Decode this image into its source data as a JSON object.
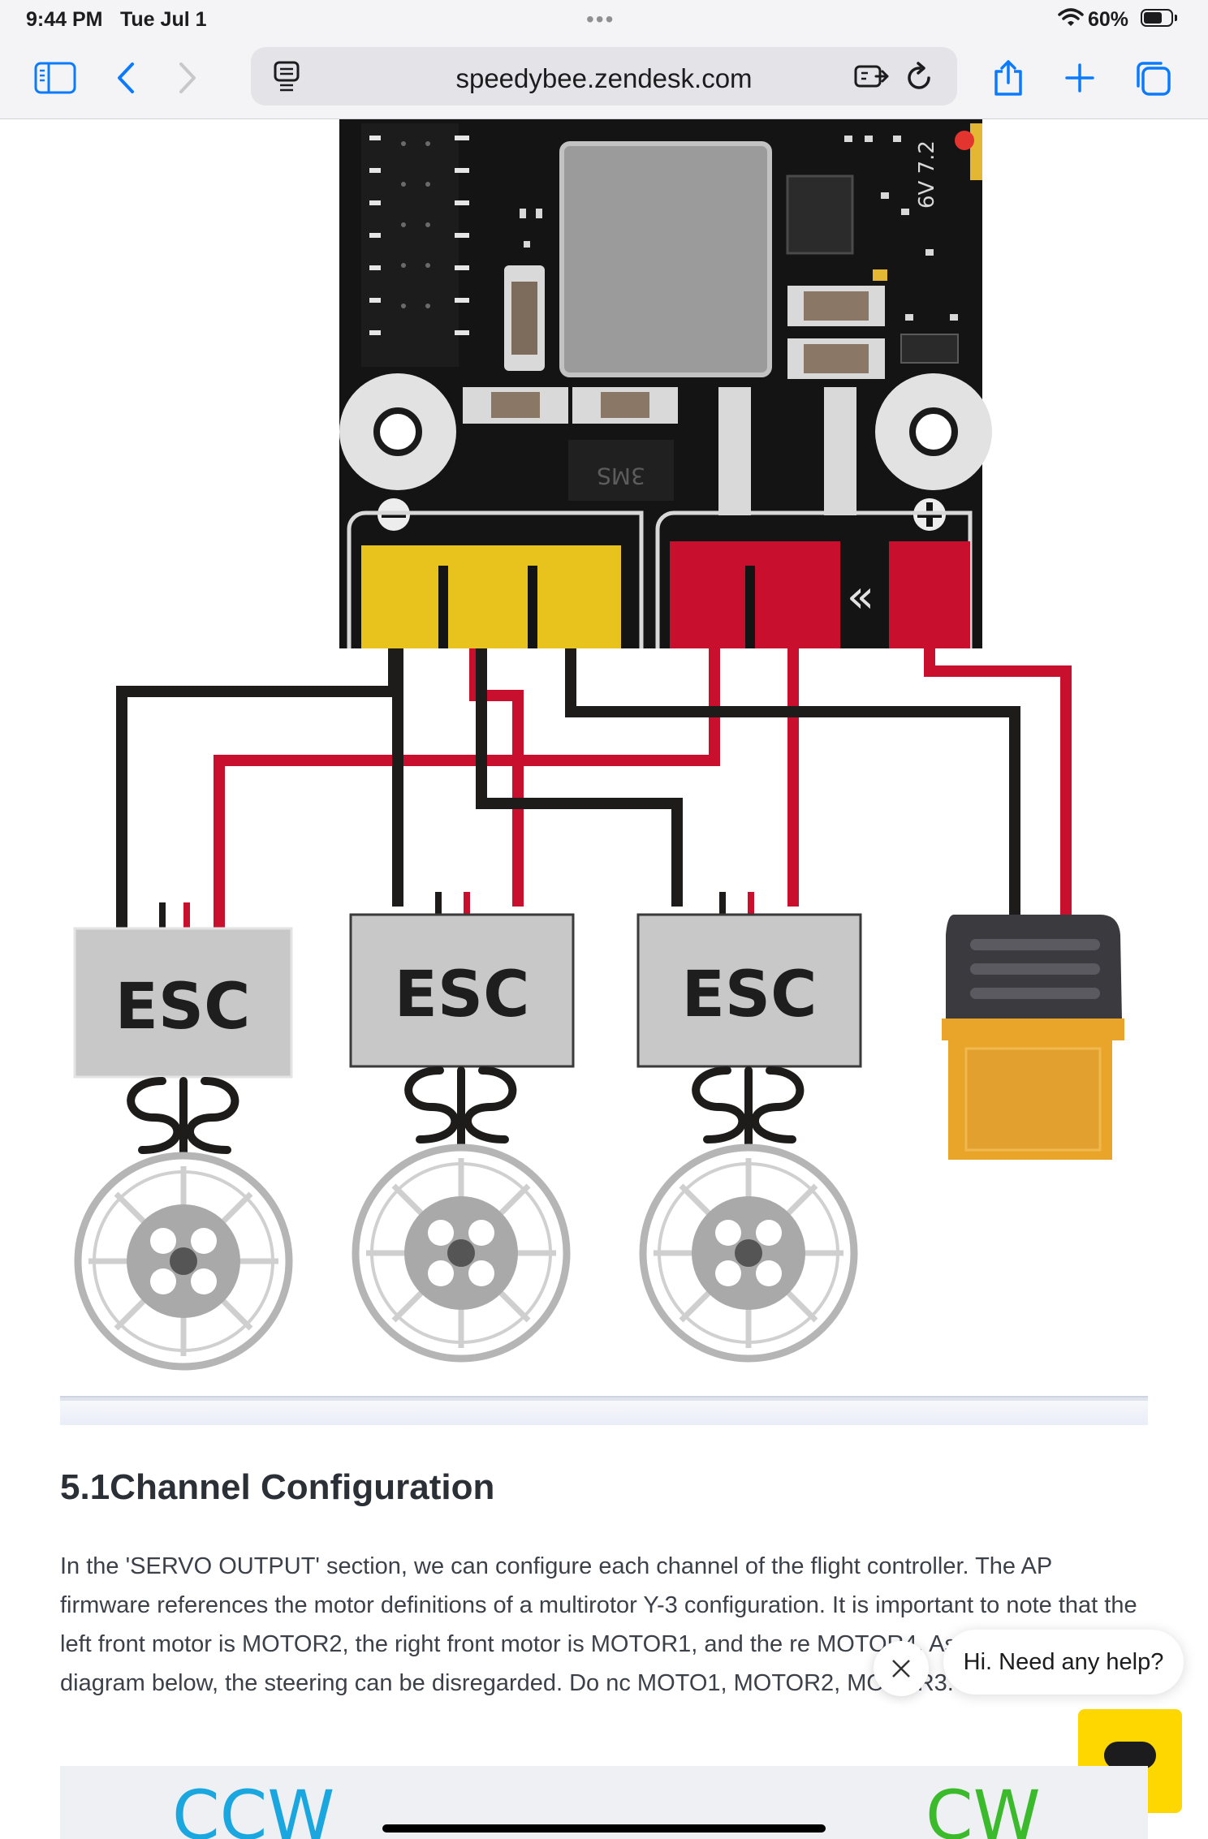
{
  "status_bar": {
    "time": "9:44 PM",
    "date": "Tue Jul 1",
    "battery": "60%",
    "icons": [
      "multitask-dots-icon",
      "wifi-icon",
      "battery-icon"
    ]
  },
  "toolbar": {
    "url": "speedybee.zendesk.com",
    "icons": [
      "sidebar-icon",
      "back-icon",
      "forward-icon",
      "page-menu-icon",
      "translate-icon",
      "reload-icon",
      "share-icon",
      "new-tab-icon",
      "tabs-icon"
    ]
  },
  "diagram": {
    "board_marking": "3MS",
    "voltage_label": "6V 7.2",
    "esc_labels": [
      "ESC",
      "ESC",
      "ESC"
    ],
    "wire_colors": {
      "signal": "#1e1b1b",
      "power": "#c8102e",
      "ground_pad": "#e8c31d"
    }
  },
  "article": {
    "heading": "5.1Channel Configuration",
    "paragraph": "In the 'SERVO OUTPUT' section, we can configure each channel of the flight controller. The AP firmware references the motor definitions of a multirotor Y-3 configuration. It is important to note that the left front motor is MOTOR2, the right front motor is MOTOR1, and the re MOTOR4. As shown in the diagram below, the steering can be disregarded. Do nc MOTO1, MOTOR2, MOTOR3."
  },
  "chat": {
    "bubble_text": "Hi. Need any help?",
    "brand_color": "#fed600"
  },
  "bottom_image": {
    "left_label": "CCW",
    "right_label": "CW"
  }
}
